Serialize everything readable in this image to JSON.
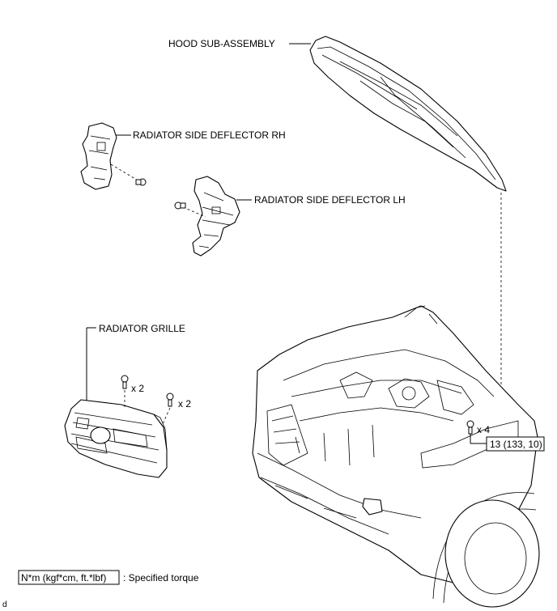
{
  "labels": {
    "hood": "HOOD SUB-ASSEMBLY",
    "deflector_rh": "RADIATOR SIDE DEFLECTOR RH",
    "deflector_lh": "RADIATOR SIDE DEFLECTOR LH",
    "grille": "RADIATOR GRILLE"
  },
  "fasteners": {
    "grille_upper_qty": "x 2",
    "grille_side_qty": "x 2",
    "hood_bolt_qty": "x 4"
  },
  "torque": {
    "hood_bolt_value": "13 (133, 10)"
  },
  "legend": {
    "box_text": "N*m (kgf*cm, ft.*lbf)",
    "description": ": Specified torque"
  },
  "footer_code": "d"
}
